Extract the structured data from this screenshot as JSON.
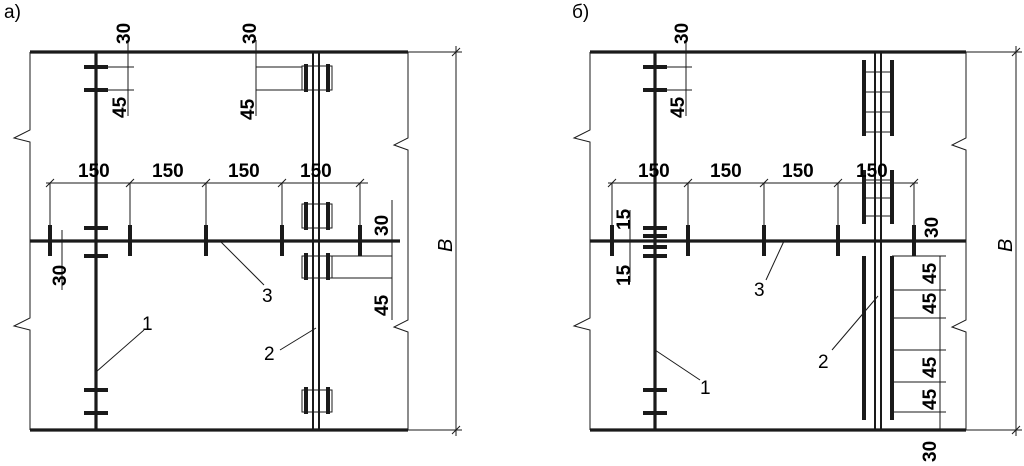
{
  "panels": [
    {
      "label": "а)",
      "dims_top": [
        "150",
        "150",
        "150",
        "150"
      ],
      "dims_small": {
        "top_left": "30",
        "top_right": "30",
        "left_45": "45",
        "right_45": "45",
        "mid_left": "30",
        "mid_right": "30",
        "lower_right": "45"
      },
      "overall": "B",
      "callouts": [
        "1",
        "2",
        "3"
      ]
    },
    {
      "label": "б)",
      "dims_top": [
        "150",
        "150",
        "150",
        "150"
      ],
      "dims_small": {
        "top_left": "30",
        "left_45": "45",
        "mid_15a": "15",
        "mid_15b": "15",
        "mid_right": "30",
        "bottom_30": "30"
      },
      "right_45": [
        "45",
        "45",
        "45",
        "45"
      ],
      "overall": "B",
      "callouts": [
        "1",
        "2",
        "3"
      ]
    }
  ]
}
